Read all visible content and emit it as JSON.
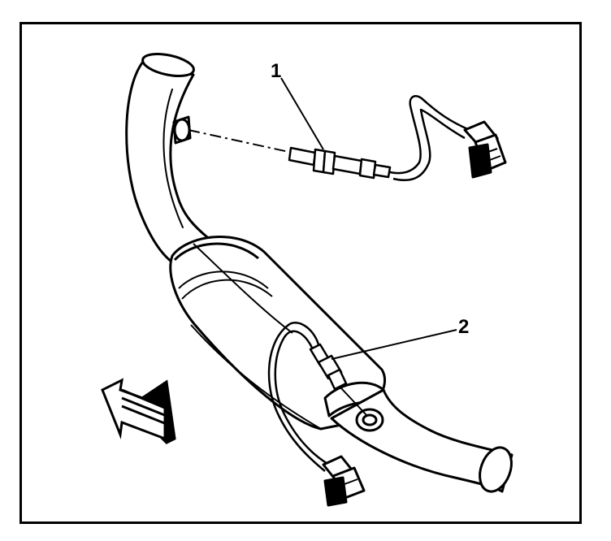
{
  "diagram": {
    "callouts": [
      {
        "id": "1",
        "label": "1"
      },
      {
        "id": "2",
        "label": "2"
      }
    ],
    "colors": {
      "line": "#000000",
      "fill": "#ffffff",
      "arrow_shade": "#000000"
    },
    "icons": {
      "direction_arrow": "front-arrow-icon",
      "connector": "connector-icon"
    }
  }
}
